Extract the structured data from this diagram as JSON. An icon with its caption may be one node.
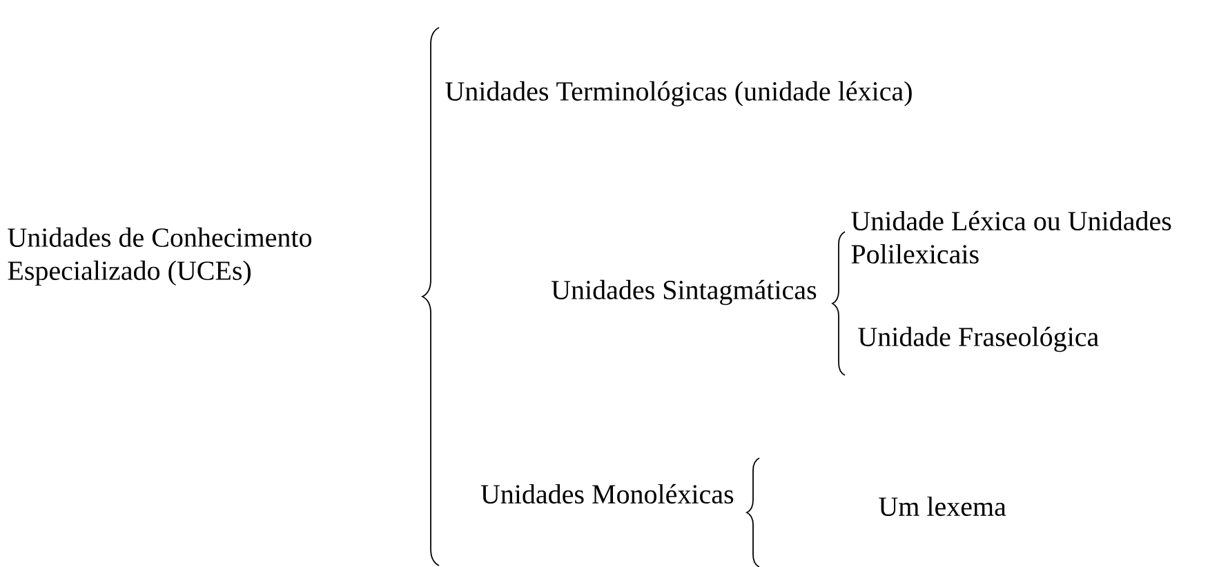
{
  "diagram": {
    "labels": [
      "Unidades de Conhecimento Especializado (UCEs)",
      "Unidades Terminológicas (unidade léxica)",
      "Unidades Sintagmáticas",
      "Unidade Léxica ou Unidades Polilexicais",
      "Unidade Fraseológica",
      "Unidades Monoléxicas",
      "Um lexema"
    ]
  }
}
